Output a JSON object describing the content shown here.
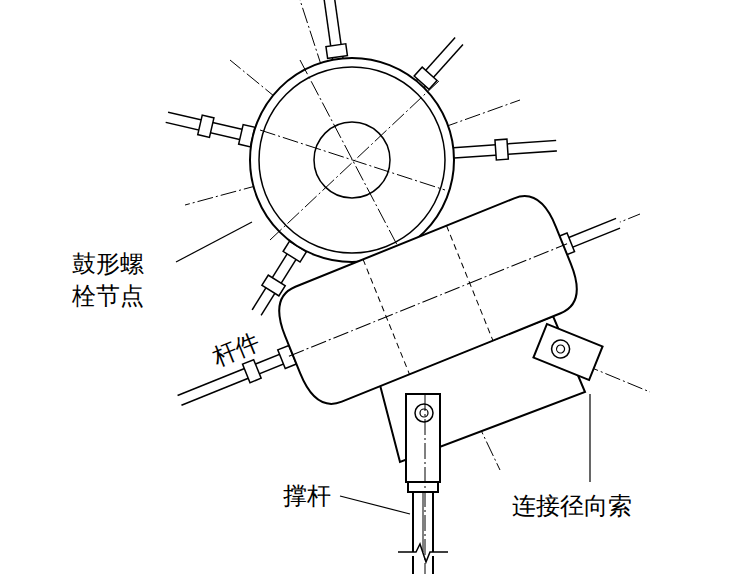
{
  "diagram": {
    "labels": [
      "鼓形螺栓节点",
      "杆件",
      "撑杆",
      "连接径向索"
    ]
  }
}
